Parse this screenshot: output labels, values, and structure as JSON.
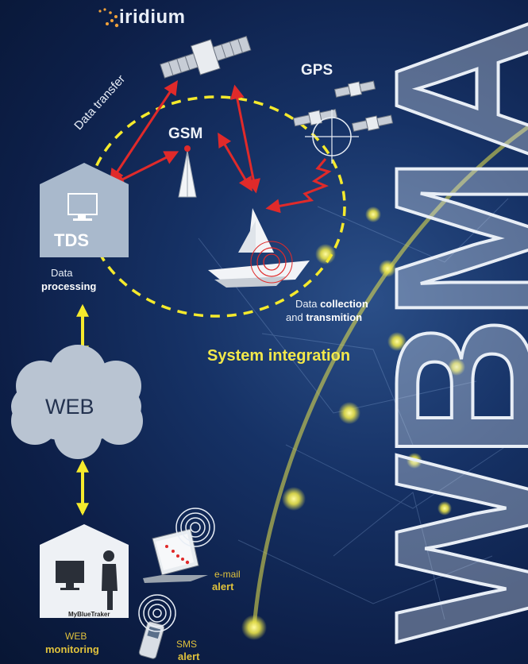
{
  "logo": {
    "text": "iridium"
  },
  "labels": {
    "gsm": "GSM",
    "gps": "GPS",
    "data_transfer": "Data transfer",
    "tds": "TDS",
    "data_processing_1": "Data",
    "data_processing_2": "processing",
    "collection_a": "Data ",
    "collection_b": "collection",
    "transmission_a": "and ",
    "transmission_b": "transmition",
    "system_integration": "System integration",
    "web": "WEB",
    "email_1": "e-mail",
    "email_2": "alert",
    "sms_1": "SMS",
    "sms_2": "alert",
    "webmon_1": "WEB",
    "webmon_2": "monitoring",
    "mybluetraker": "MyBlueTraker"
  },
  "brand": {
    "text": "WBMA"
  },
  "colors": {
    "background": "#0d1f48",
    "dashed_ring": "#f5ea2c",
    "arrows": "#e02a2a",
    "connector": "#f5ea2c",
    "building": "#a9b9cc",
    "alert_text": "#e0c23c"
  },
  "icons": [
    "satellite-icon",
    "gps-satellite-icon",
    "gsm-antenna-icon",
    "sailboat-icon",
    "monitor-icon",
    "cloud-icon",
    "laptop-icon",
    "mobile-phone-icon",
    "person-icon",
    "signal-wave-icon"
  ]
}
